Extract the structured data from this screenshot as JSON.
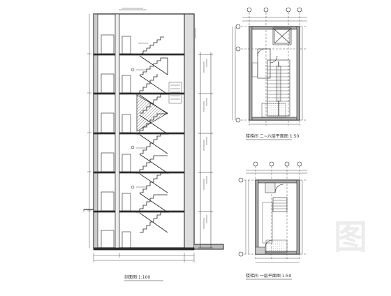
{
  "captions": {
    "section": "剖面图 1:100",
    "plan_upper": "楼梯间 二~六层平面图 1:50",
    "plan_lower": "楼梯间 一层平面图 1:50"
  },
  "watermark": "图"
}
